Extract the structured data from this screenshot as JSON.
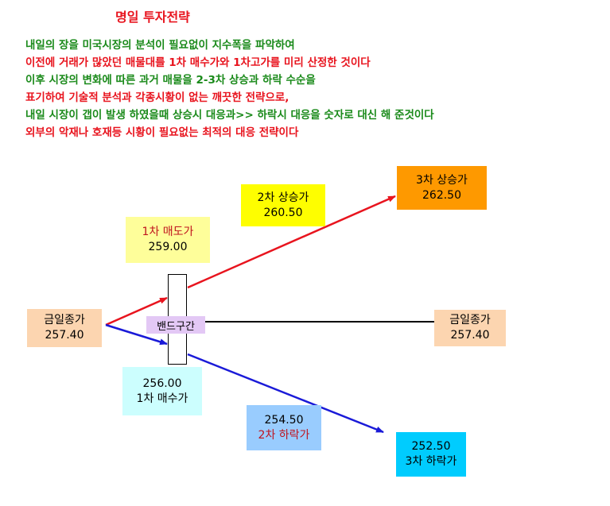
{
  "title": "명일 투자전략",
  "description": [
    {
      "text": "내일의 장을 미국시장의 분석이 필요없이 지수폭을 파악하여",
      "color": "green"
    },
    {
      "text": "이전에 거래가 많았던 매물대를 1차 매수가와 1차고가를 미리 산정한 것이다",
      "color": "red"
    },
    {
      "text": "이후 시장의 변화에 따른 과거 매물을 2-3차 상승과 하락 수순을",
      "color": "green"
    },
    {
      "text": "표기하여 기술적  분석과 각종시황이 없는 깨끗한 전략으로,",
      "color": "red"
    },
    {
      "text": "내일 시장이 갭이 발생 하였을때 상승시 대응과>> 하락시 대응을 숫자로 대신 해 준것이다",
      "color": "green"
    },
    {
      "text": "외부의 악재나 호재등  시황이 필요없는 최적의 대응 전략이다",
      "color": "red"
    }
  ],
  "colors": {
    "up_arrow": "#e8141e",
    "down_arrow": "#1a1ad8",
    "flat_line": "#000000"
  },
  "nodes": {
    "close_left": {
      "label": "금일종가",
      "value": "257.40",
      "bg": "#fcd5b0"
    },
    "sell_1": {
      "label": "1차 매도가",
      "value": "259.00",
      "bg": "#fefe9a"
    },
    "up_2": {
      "label": "2차 상승가",
      "value": "260.50",
      "bg": "#fefe00"
    },
    "up_3": {
      "label": "3차 상승가",
      "value": "262.50",
      "bg": "#fe9900"
    },
    "band": {
      "label": "밴드구간",
      "bg": "#e3c8f5"
    },
    "close_right": {
      "label": "금일종가",
      "value": "257.40",
      "bg": "#fcd5b0"
    },
    "buy_1": {
      "label": "1차 매수가",
      "value": "256.00",
      "bg": "#ccfefe"
    },
    "down_2": {
      "label": "2차 하락가",
      "value": "254.50",
      "bg": "#99ccfe"
    },
    "down_3": {
      "label": "3차 하락가",
      "value": "252.50",
      "bg": "#00ccfe"
    }
  }
}
